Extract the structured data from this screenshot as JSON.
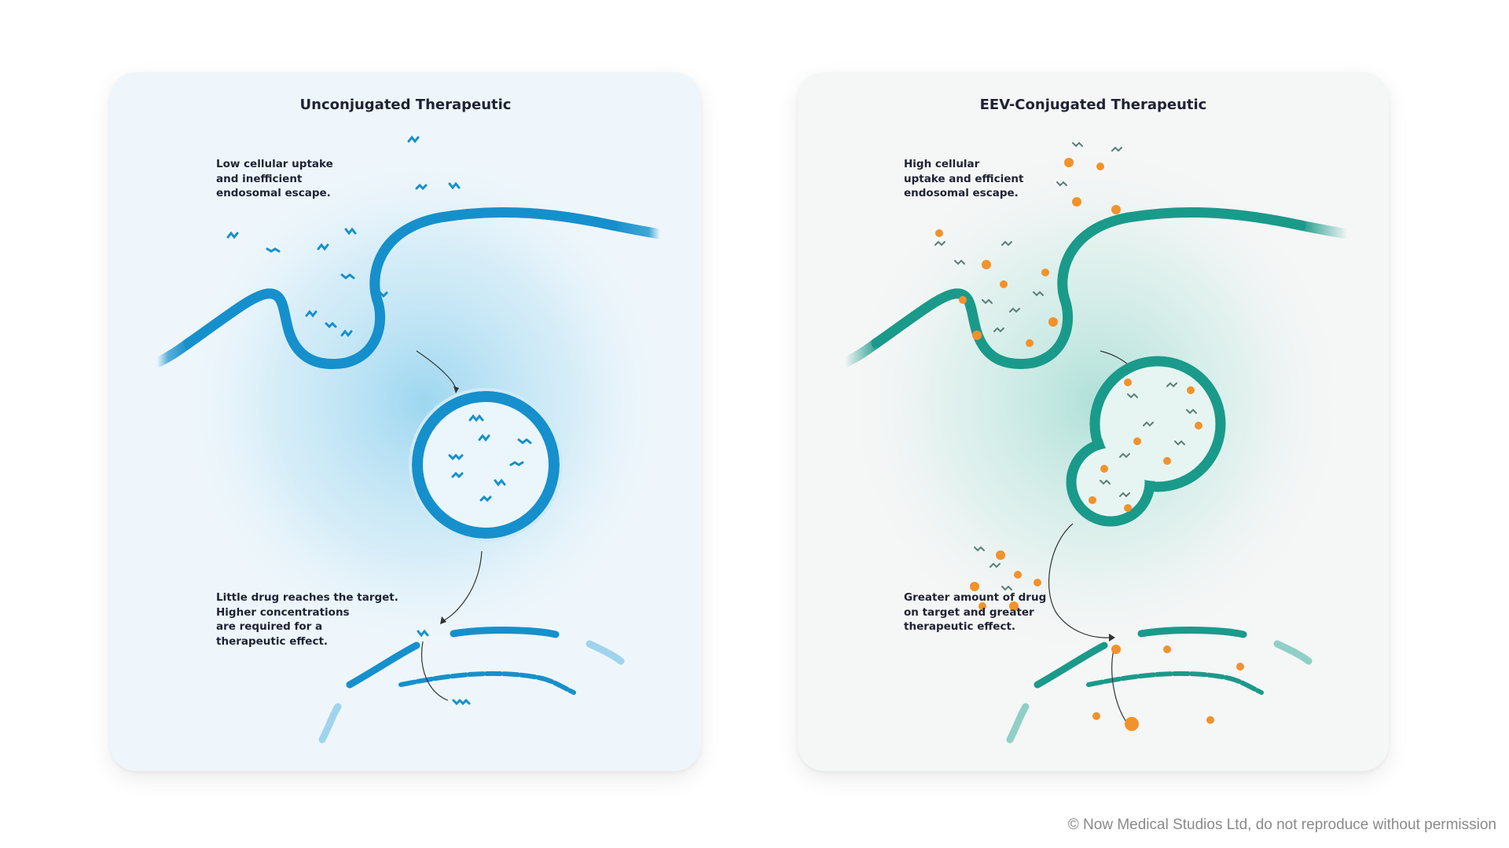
{
  "panels": [
    {
      "title": "Unconjugated Therapeutic",
      "top_caption": [
        "Low cellular uptake",
        "and inefficient",
        "endosomal escape."
      ],
      "bottom_caption": [
        "Little drug reaches the target.",
        "Higher concentrations",
        "are required for a",
        "therapeutic effect."
      ],
      "colors": {
        "accent": "#1590cc",
        "accent_light": "#9fd4ec",
        "glow": "#a8dcf2",
        "background": "#eef6fb"
      }
    },
    {
      "title": "EEV-Conjugated Therapeutic",
      "top_caption": [
        "High cellular",
        "uptake and efficient",
        "endosomal escape."
      ],
      "bottom_caption": [
        "Greater amount of drug",
        "on target and greater",
        "therapeutic effect."
      ],
      "colors": {
        "accent": "#1a9a8a",
        "accent_light": "#8fd0c6",
        "glow": "#b5e2dc",
        "background": "#f5f6f6",
        "conjugate": "#f2922b"
      }
    }
  ],
  "footer": {
    "copyright": "© Now Medical Studios Ltd, do not reproduce without permission"
  }
}
